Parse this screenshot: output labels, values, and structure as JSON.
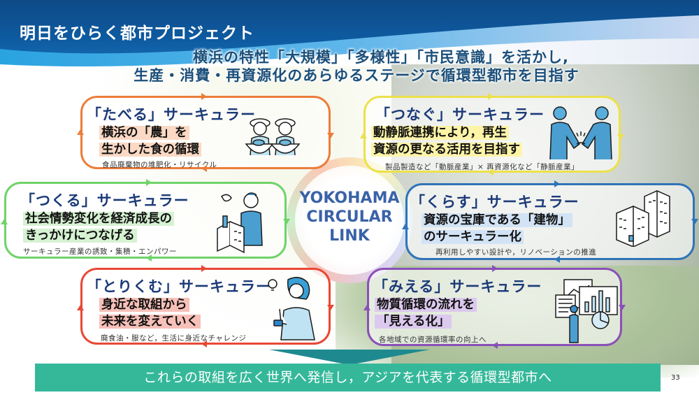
{
  "header": {
    "title": "明日をひらく都市プロジェクト",
    "subtitle_line1": "横浜の特性「大規模」「多様性」「市民意識」を活かし,",
    "subtitle_line2": "生産・消費・再資源化のあらゆるステージで循環型都市を目指す"
  },
  "center": {
    "line1": "YOKOHAMA",
    "line2": "CIRCULAR",
    "line3": "LINK"
  },
  "cards": {
    "taberu": {
      "heading": "「たべる」サーキュラー",
      "lead_line1": "横浜の「農」を",
      "lead_line2": "生かした食の循環",
      "note": "食品廃棄物の堆肥化・リサイクル",
      "illustration": "farmers-with-vegetable-baskets",
      "color": "#ec7d3a"
    },
    "tsunagu": {
      "heading": "「つなぐ」サーキュラー",
      "lead_line1": "動静脈連携により，再生",
      "lead_line2": "資源の更なる活用を目指す",
      "note": "製品製造など「動脈産業」× 再資源化など「静脈産業」",
      "illustration": "business-handshake",
      "color": "#ece14a"
    },
    "tsukuru": {
      "heading": "「つくる」サーキュラー",
      "lead_line1": "社会情勢変化を経済成長の",
      "lead_line2": "きっかけにつなげる",
      "note": "サーキュラー産業の誘致・集積・エンパワー",
      "illustration": "factory-with-worker",
      "color": "#6fd36a"
    },
    "kurasu": {
      "heading": "「くらす」サーキュラー",
      "lead_line1": "資源の宝庫である「建物」",
      "lead_line2": "のサーキュラー化",
      "note": "再利用しやすい設計や，リノベーションの推進",
      "illustration": "buildings",
      "color": "#2f74b8"
    },
    "torikumu": {
      "heading": "「とりくむ」サーキュラー",
      "lead_line1": "身近な取組から",
      "lead_line2": "未来を変えていく",
      "note": "廃食油・服など，生活に身近なチャレンジ",
      "illustration": "woman-with-smartphone-idea",
      "color": "#e84835"
    },
    "mieru": {
      "heading": "「みえる」サーキュラー",
      "lead_line1": "物質循環の流れを",
      "lead_line2": "「見える化」",
      "note": "各地域での資源循環率の向上へ",
      "illustration": "person-viewing-charts",
      "color": "#8a50b8"
    }
  },
  "footer": {
    "message": "これらの取組を広く世界へ発信し，アジアを代表する循環型都市へ",
    "page_number": "33"
  }
}
